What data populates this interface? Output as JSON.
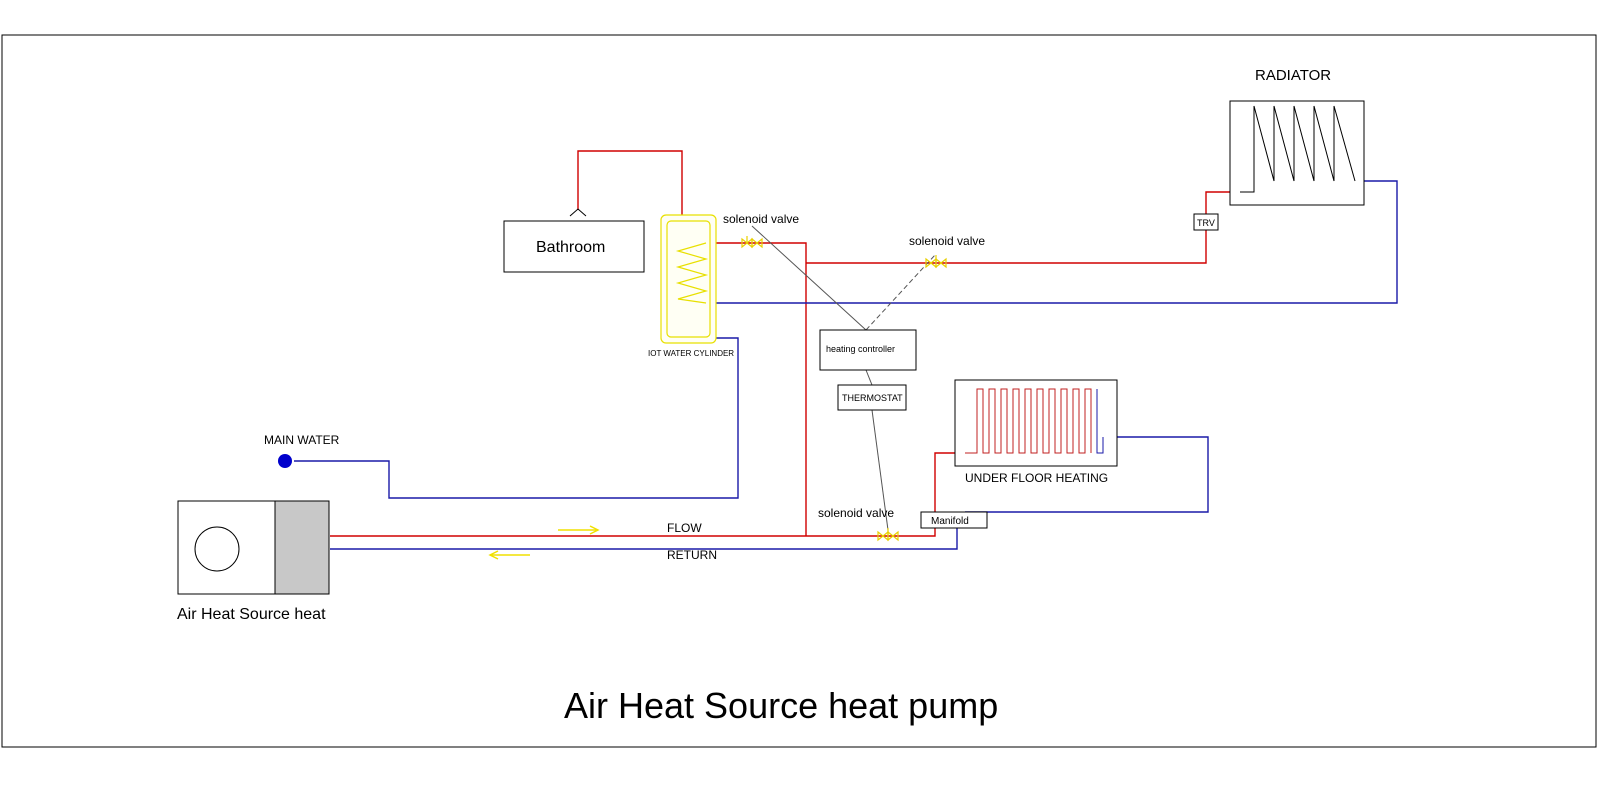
{
  "title": "Air Heat Source heat pump",
  "colors": {
    "flow": "#d00000",
    "return": "#1a1aa8",
    "cylinder": "#e8e000",
    "arrow": "#f0e000",
    "wire": "#555555",
    "main_water_dot": "#0000cc",
    "unit_grey": "#c8c8c8"
  },
  "labels": {
    "radiator": "RADIATOR",
    "bathroom": "Bathroom",
    "solenoid_valve_top": "solenoid valve",
    "solenoid_valve_mid": "solenoid valve",
    "solenoid_valve_bottom": "solenoid valve",
    "trv": "TRV",
    "hot_water_cylinder": "IOT WATER CYLINDER",
    "heating_controller": "heating controller",
    "thermostat": "THERMOSTAT",
    "main_water": "MAIN WATER",
    "under_floor_heating": "UNDER FLOOR HEATING",
    "manifold": "Manifold",
    "flow": "FLOW",
    "return": "RETURN",
    "heat_pump_unit": "Air Heat Source heat"
  }
}
